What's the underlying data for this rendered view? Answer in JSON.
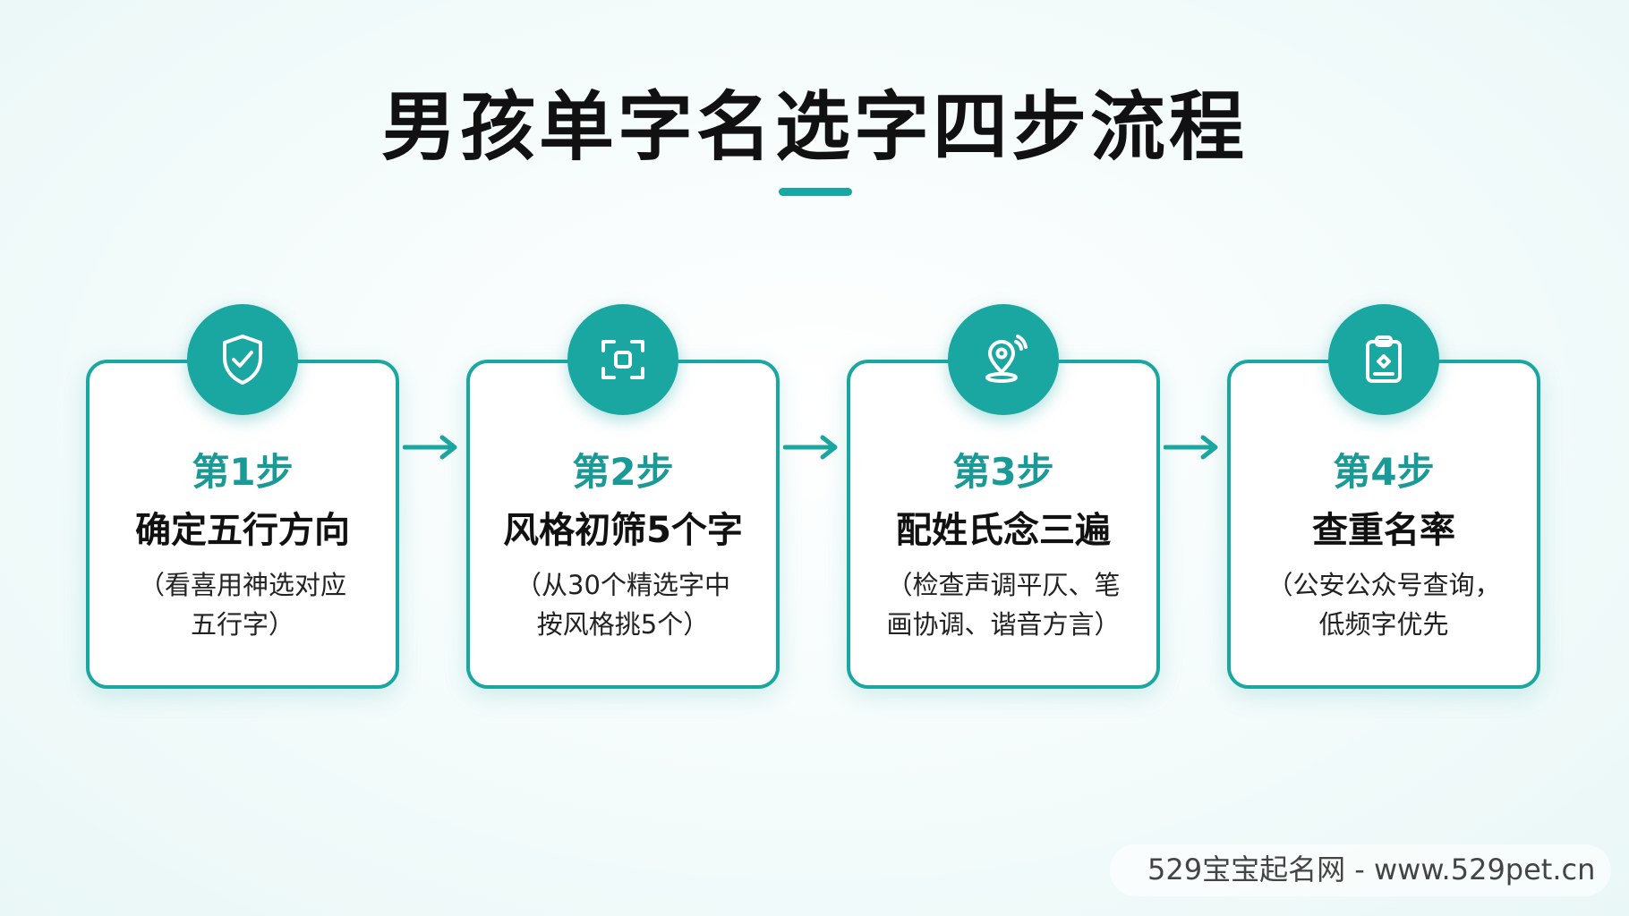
{
  "title": "男孩单字名选字四步流程",
  "accent_color": "#1aa7a2",
  "steps": [
    {
      "label": "第1步",
      "heading": "确定五行方向",
      "desc_line1": "（看喜用神选对应",
      "desc_line2": "五行字）",
      "icon": "shield-check-icon"
    },
    {
      "label": "第2步",
      "heading": "风格初筛5个字",
      "desc_line1": "（从30个精选字中",
      "desc_line2": "按风格挑5个）",
      "icon": "scan-select-icon"
    },
    {
      "label": "第3步",
      "heading": "配姓氏念三遍",
      "desc_line1": "（检查声调平仄、笔",
      "desc_line2": "画协调、谐音方言）",
      "icon": "location-sound-icon"
    },
    {
      "label": "第4步",
      "heading": "查重名率",
      "desc_line1": "（公安公众号查询，",
      "desc_line2": "低频字优先",
      "icon": "clipboard-icon"
    }
  ],
  "watermark": "529宝宝起名网 - www.529pet.cn"
}
